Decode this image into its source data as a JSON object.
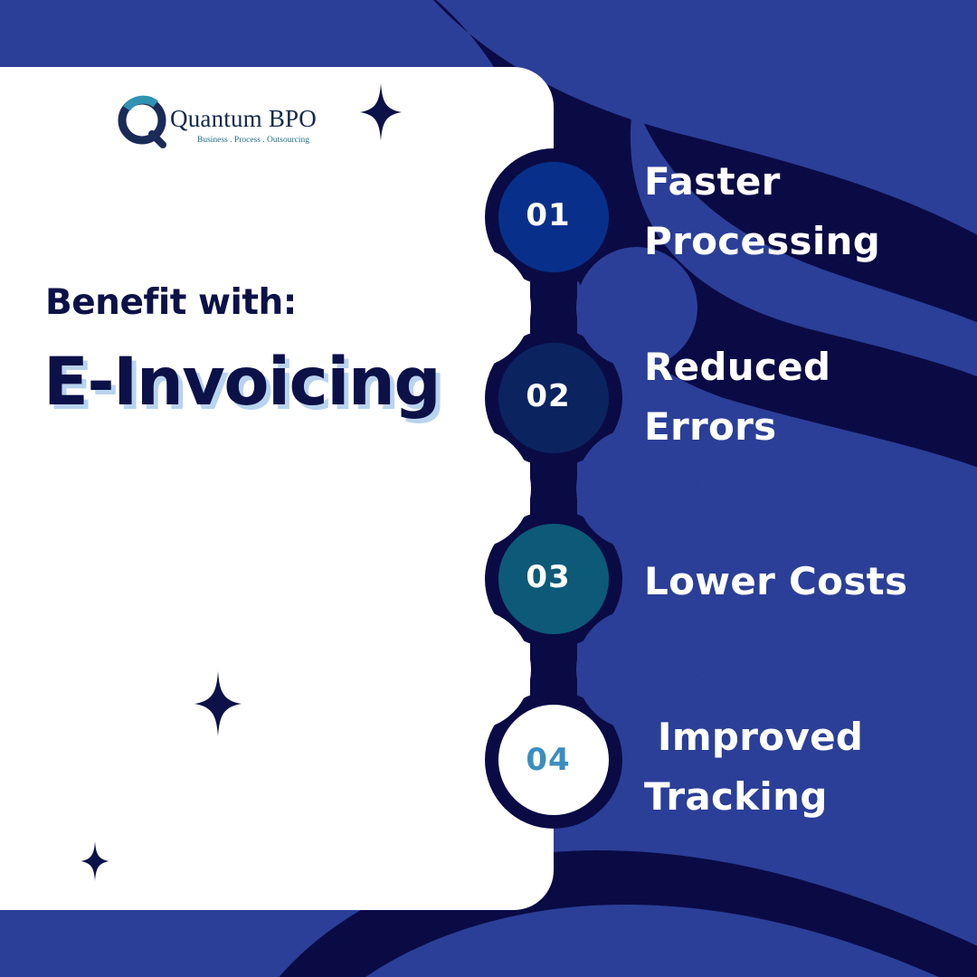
{
  "brand": {
    "name": "Quantum BPO",
    "tagline": "Business . Process . Outsourcing"
  },
  "heading": {
    "intro": "Benefit with:",
    "title": "E-Invoicing"
  },
  "benefits": [
    {
      "number": "01",
      "label": "Faster\nProcessing",
      "circle_color": "#08308a",
      "number_color": "#ffffff"
    },
    {
      "number": "02",
      "label": "Reduced\nErrors",
      "circle_color": "#0b2460",
      "number_color": "#ffffff"
    },
    {
      "number": "03",
      "label": "Lower Costs",
      "circle_color": "#0c5a78",
      "number_color": "#ffffff"
    },
    {
      "number": "04",
      "label": " Improved\nTracking",
      "circle_color": "#ffffff",
      "number_color": "#3a8fc0"
    }
  ],
  "colors": {
    "background": "#2b3f98",
    "dark_navy": "#0a0b45",
    "card": "#ffffff",
    "heading_text": "#0c1148",
    "headline_shadow": "#b9d3ee"
  }
}
